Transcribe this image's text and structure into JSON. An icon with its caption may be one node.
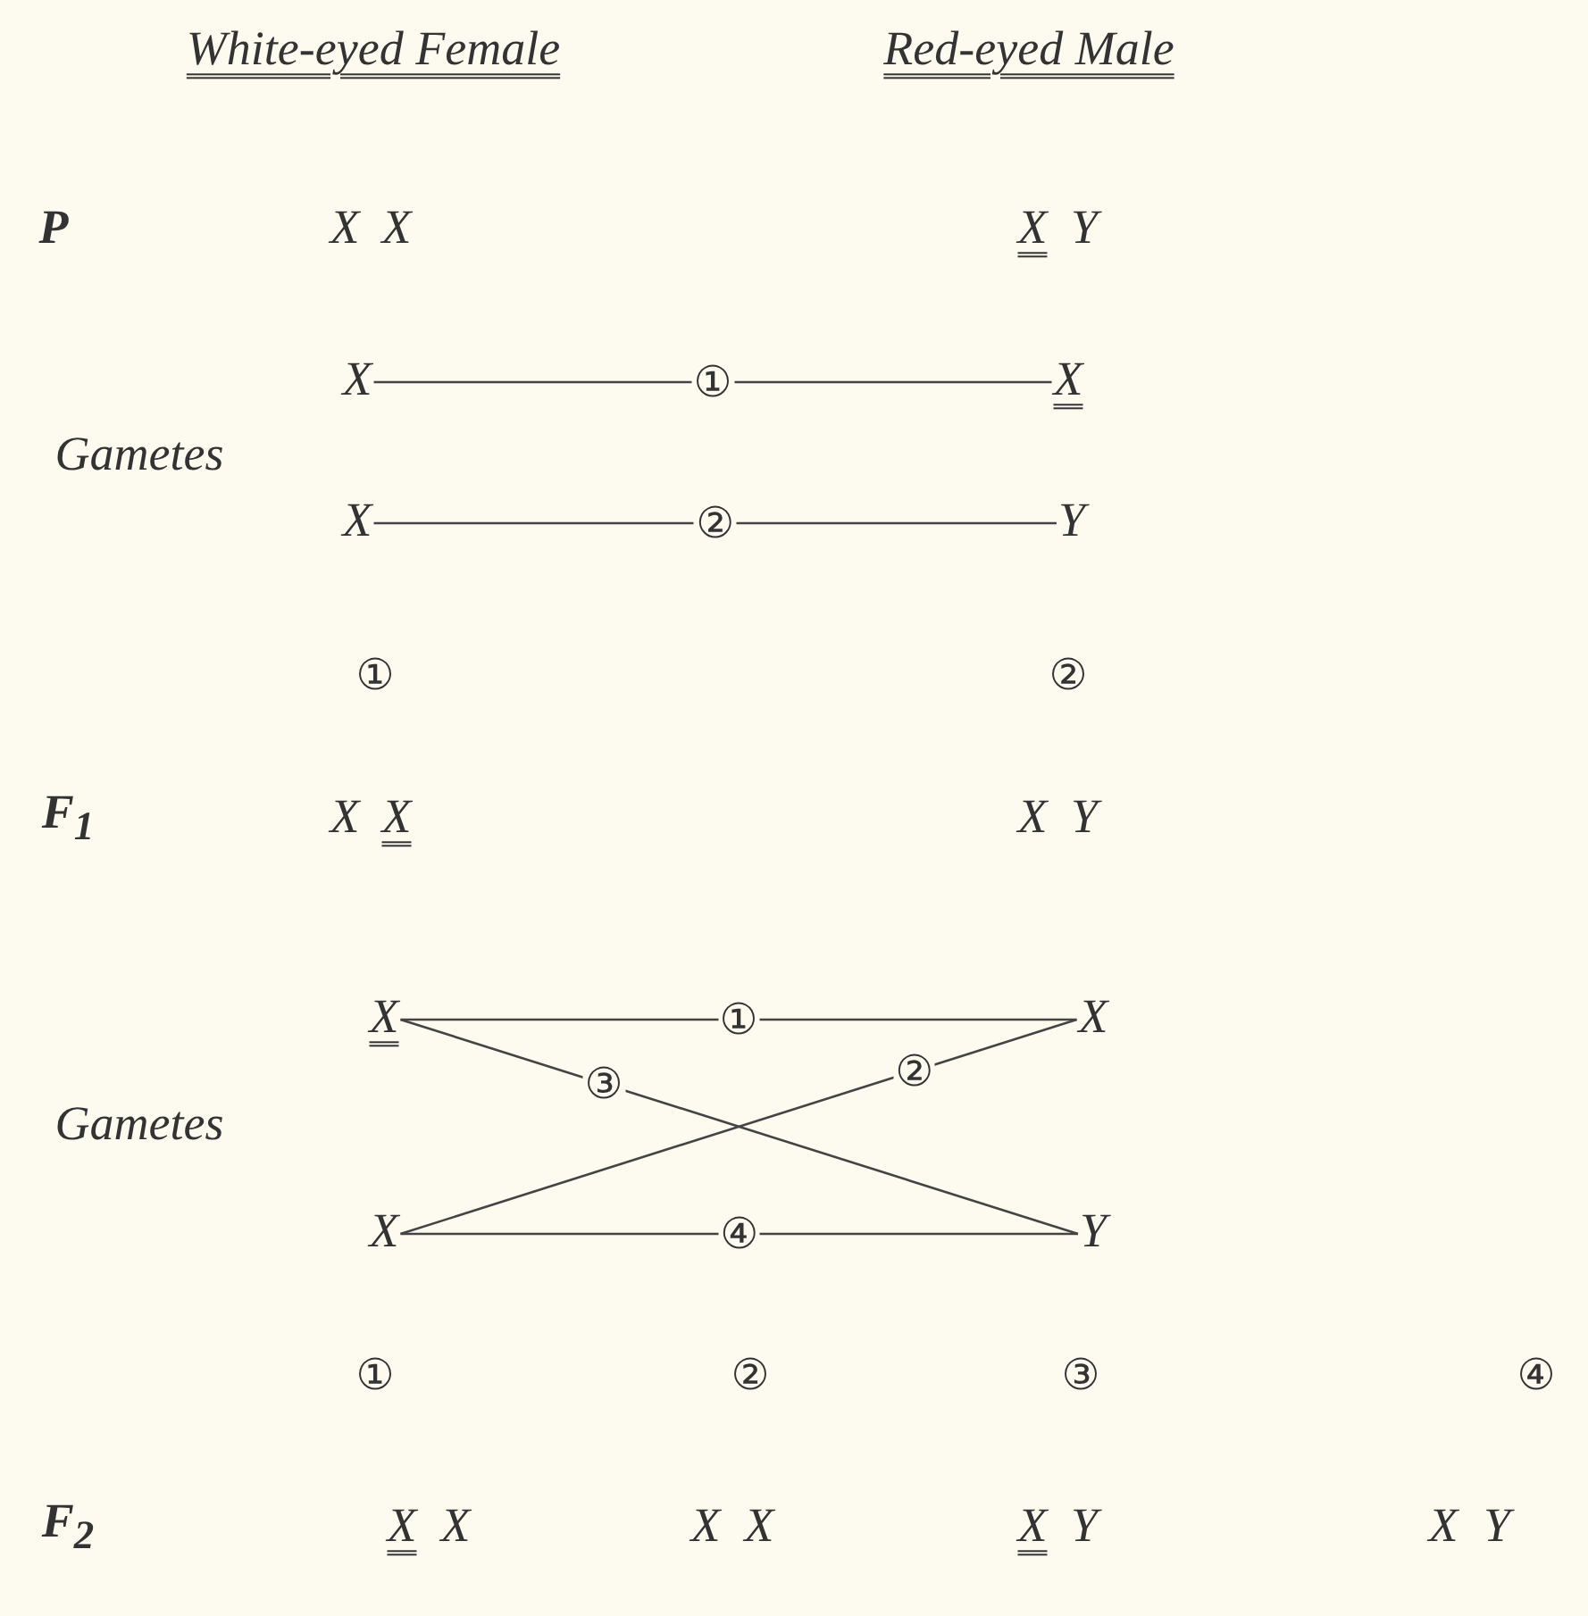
{
  "diagram": {
    "nodes": [
      {
        "text": [
          "X"
        ]
      },
      {
        "text": [
          "X"
        ]
      },
      {
        "text": [
          "X"
        ]
      },
      {
        "text": [
          "Y"
        ]
      },
      {
        "text": [
          "X"
        ]
      },
      {
        "text": [
          "X"
        ]
      },
      {
        "text": [
          "X"
        ]
      },
      {
        "text": [
          "Y"
        ]
      }
    ],
    "edges": [
      {
        "from": 0,
        "to": 1,
        "arrow": "none",
        "label": "①"
      },
      {
        "from": 2,
        "to": 3,
        "arrow": "none",
        "label": "②"
      },
      {
        "from": 4,
        "to": 5,
        "arrow": "none",
        "label": "①"
      },
      {
        "from": 4,
        "to": 7,
        "arrow": "none",
        "label": "③"
      },
      {
        "from": 6,
        "to": 5,
        "arrow": "none",
        "label": "②"
      },
      {
        "from": 6,
        "to": 7,
        "arrow": "none",
        "label": "④"
      }
    ],
    "labels": [
      "White-eyed Female",
      "Red-eyed Male",
      "P",
      "X",
      "X",
      "X",
      "Y",
      "Gametes",
      "①",
      "②",
      "F$_{1}$",
      "X",
      "X",
      "X",
      "Y",
      "Gametes",
      "①",
      "②",
      "③",
      "④",
      "F$_{2}$",
      "X",
      "X",
      "X",
      "X",
      "X",
      "Y",
      "X",
      "Y"
    ]
  }
}
